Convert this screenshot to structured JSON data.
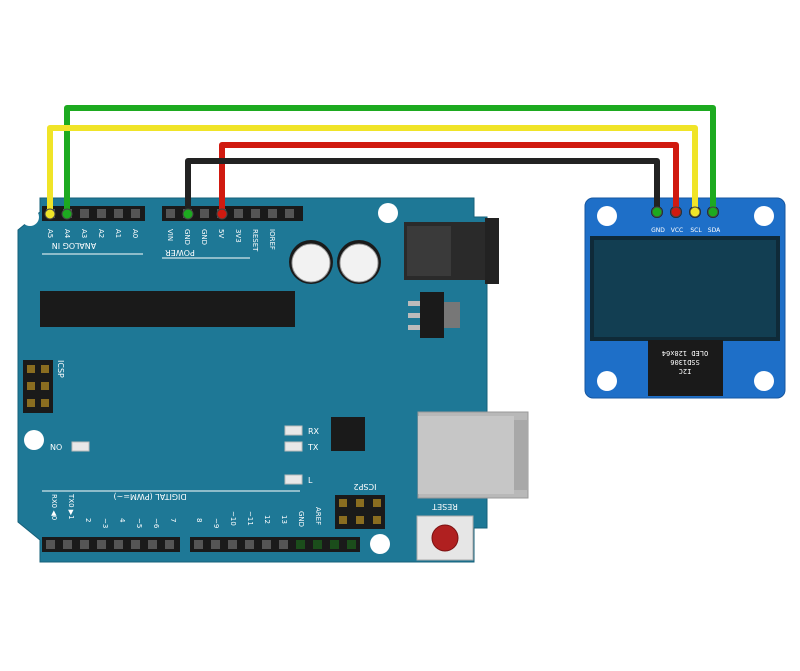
{
  "colors": {
    "board_blue": "#1e7896",
    "oled_blue": "#1e6fc8",
    "screen": "#123e52",
    "wire_green": "#1daa20",
    "wire_yellow": "#f0e428",
    "wire_red": "#d01a10",
    "wire_black": "#222222"
  },
  "arduino": {
    "analog_label": "ANALOG IN",
    "power_label": "POWER",
    "digital_label": "DIGITAL (PWM=~)",
    "icsp_label": "ICSP",
    "icsp2_label": "ICSP2",
    "on_label": "ON",
    "rx_label": "RX",
    "tx_label": "TX",
    "l_label": "L",
    "reset_label": "RESET",
    "analog_pins": [
      "A5",
      "A4",
      "A3",
      "A2",
      "A1",
      "A0"
    ],
    "power_pins": [
      "VIN",
      "GND",
      "GND",
      "5V",
      "3V3",
      "RESET",
      "IOREF"
    ],
    "digital_pins_left": [
      "RX0 ◀0",
      "TX0 ▶1",
      "2",
      "~3",
      "4",
      "~5",
      "~6",
      "7"
    ],
    "digital_pins_right": [
      "8",
      "~9",
      "~10",
      "~11",
      "12",
      "13",
      "GND",
      "AREF"
    ]
  },
  "oled": {
    "pins": [
      "GND",
      "VCC",
      "SCL",
      "SDA"
    ],
    "chip_line1": "OLED 128x64",
    "chip_line2": "SSD1306",
    "chip_line3": "I2C"
  },
  "connections": [
    {
      "from": "A4",
      "to": "SDA",
      "color": "green"
    },
    {
      "from": "A5",
      "to": "SCL",
      "color": "yellow"
    },
    {
      "from": "5V",
      "to": "VCC",
      "color": "red"
    },
    {
      "from": "GND",
      "to": "GND",
      "color": "black"
    }
  ]
}
